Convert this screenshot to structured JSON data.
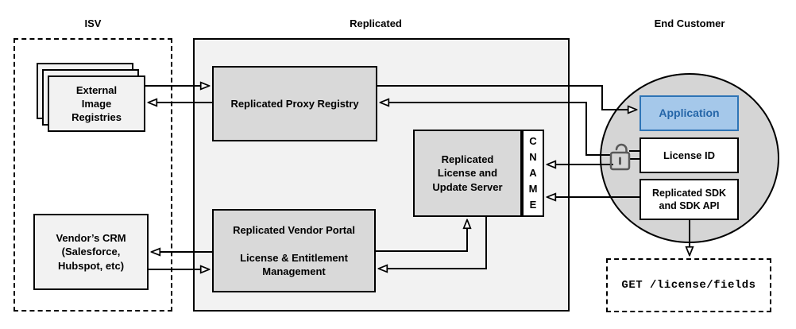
{
  "sections": {
    "isv": {
      "title": "ISV"
    },
    "replicated": {
      "title": "Replicated"
    },
    "end_customer": {
      "title": "End Customer"
    }
  },
  "nodes": {
    "external_registries": {
      "label": "External\nImage\nRegistries"
    },
    "vendor_crm": {
      "label": "Vendor’s CRM\n(Salesforce,\nHubspot, etc)"
    },
    "proxy_registry": {
      "label": "Replicated Proxy Registry"
    },
    "license_update_server": {
      "label": "Replicated\nLicense and\nUpdate Server"
    },
    "cname": {
      "label": "C\nN\nA\nM\nE"
    },
    "vendor_portal": {
      "label": "Replicated Vendor Portal\n\nLicense & Entitlement\nManagement"
    },
    "application": {
      "label": "Application"
    },
    "license_id": {
      "label": "License ID"
    },
    "replicated_sdk": {
      "label": "Replicated SDK\nand SDK API"
    },
    "get_license_fields": {
      "label": "GET /license/fields"
    }
  },
  "icons": {
    "unlock": "open-padlock-icon"
  },
  "colors": {
    "container_fill": "#f2f2f2",
    "node_fill": "#d9d9d9",
    "circle_fill": "#d5d5d5",
    "application_fill": "#a5c8ea",
    "application_border": "#2e74b6",
    "application_text": "#2566a8",
    "line": "#000000",
    "lock_icon": "#595959"
  }
}
